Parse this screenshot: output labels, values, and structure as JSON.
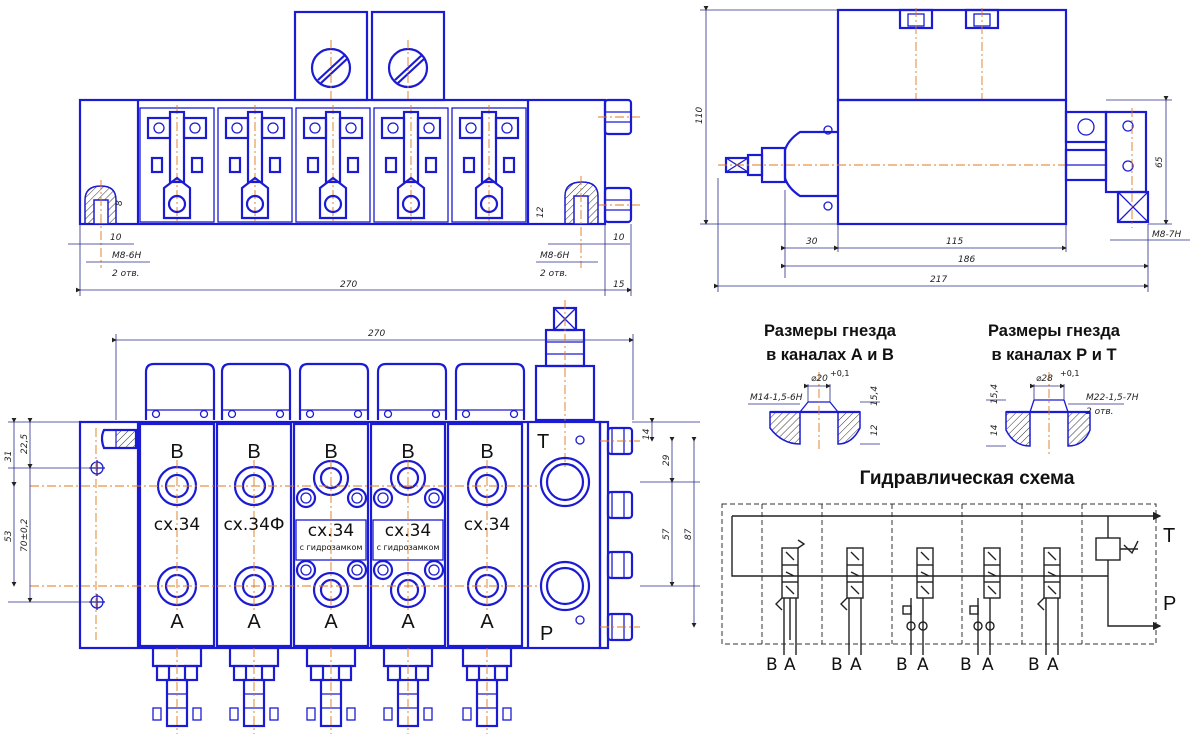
{
  "front_view": {
    "dims": {
      "overall": "270",
      "right": "15",
      "edge_left": "10",
      "edge_right": "10",
      "hole_left": "8",
      "hole_right": "12",
      "thread_left": "M8-6H",
      "thread_right": "M8-6H",
      "count_left": "2 отв.",
      "count_right": "2 отв."
    }
  },
  "side_view": {
    "dims": {
      "height": "110",
      "mid": "65",
      "d30": "30",
      "d115": "115",
      "d186": "186",
      "d217": "217",
      "thread": "M8-7H"
    }
  },
  "plan_view": {
    "dims": {
      "overall": "270",
      "d31": "31",
      "d22_5": "22,5",
      "d53": "53",
      "d70": "70±0,2",
      "d14": "14",
      "d29": "29",
      "d57": "57",
      "d87": "87"
    },
    "sections": [
      {
        "top": "B",
        "bottom": "A",
        "type": "сх.34",
        "sub": ""
      },
      {
        "top": "B",
        "bottom": "A",
        "type": "сх.34Ф",
        "sub": ""
      },
      {
        "top": "B",
        "bottom": "A",
        "type": "сх.34",
        "sub": "с гидрозамком"
      },
      {
        "top": "B",
        "bottom": "A",
        "type": "сх.34",
        "sub": "с гидрозамком"
      },
      {
        "top": "B",
        "bottom": "A",
        "type": "сх.34",
        "sub": ""
      }
    ],
    "port_t": "T",
    "port_p": "P"
  },
  "socket_ab": {
    "title_line1": "Размеры гнезда",
    "title_line2": "в каналах А и В",
    "diameter": "⌀20",
    "tol": "+0,1",
    "thread": "M14-1,5-6H",
    "depth1": "15,4",
    "depth2": "12"
  },
  "socket_pt": {
    "title_line1": "Размеры гнезда",
    "title_line2": "в каналах Р и Т",
    "diameter": "⌀28",
    "tol": "+0,1",
    "thread": "M22-1,5-7H",
    "count": "2 отв.",
    "depth1": "15,4",
    "depth2": "14"
  },
  "schematic": {
    "title": "Гидравлическая схема",
    "port_t": "T",
    "port_p": "P",
    "ports": [
      {
        "b": "B",
        "a": "A"
      },
      {
        "b": "B",
        "a": "A"
      },
      {
        "b": "B",
        "a": "A"
      },
      {
        "b": "B",
        "a": "A"
      },
      {
        "b": "B",
        "a": "A"
      }
    ]
  },
  "colors": {
    "outline": "#1b1bd4",
    "axis": "#e07a1a",
    "text": "#111111"
  }
}
